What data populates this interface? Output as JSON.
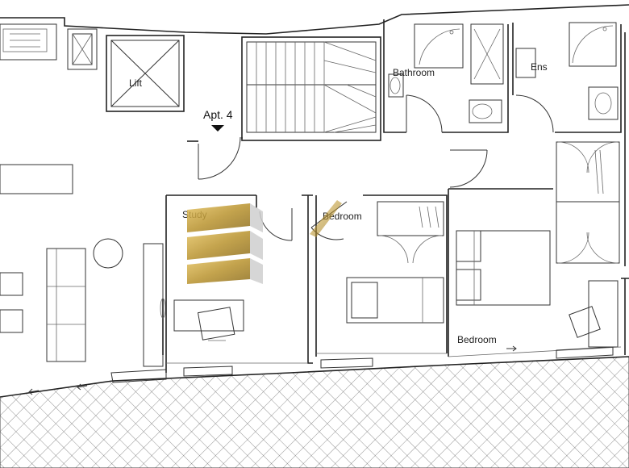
{
  "plan": {
    "rooms": {
      "lift": "Lift",
      "apartment": "Apt. 4",
      "bathroom": "Bathroom",
      "ensuite": "Ens",
      "study": "Study",
      "bedroom_small": "Bedroom",
      "bedroom_main": "Bedroom"
    },
    "colors": {
      "walls": "#222222",
      "terrace_hatch": "#555555",
      "watermark_gold": "#b9932e"
    },
    "icons": [
      "apartment-entry-marker-icon",
      "direction-arrow-icon",
      "watermark-logo-icon"
    ]
  }
}
